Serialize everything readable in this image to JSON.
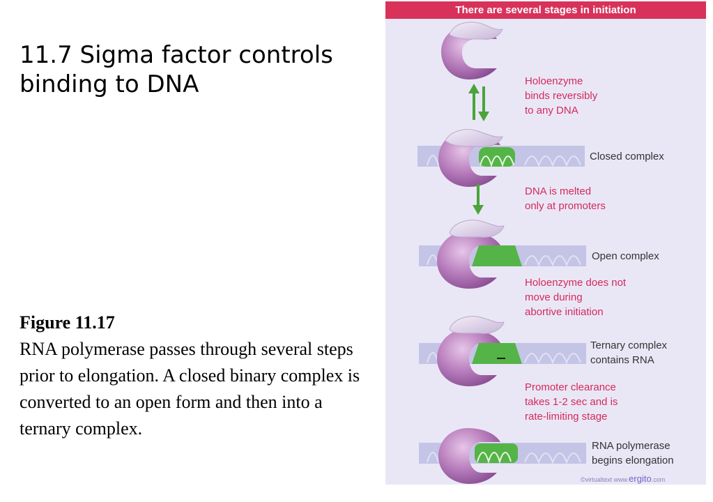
{
  "slide": {
    "title": "11.7 Sigma factor controls binding to DNA",
    "figure_label": "Figure 11.17",
    "caption": "RNA polymerase passes through several steps prior to elongation. A closed binary complex is converted to an open form and then into a ternary complex."
  },
  "figure": {
    "header": "There are several stages in initiation",
    "notes": {
      "holoenzyme": [
        "Holoenzyme",
        "binds reversibly",
        "to any DNA"
      ],
      "melted": [
        "DNA is melted",
        "only at promoters"
      ],
      "no_move": [
        "Holoenzyme does not",
        "move during",
        "abortive initiation"
      ],
      "clearance": [
        "Promoter clearance",
        "takes 1-2 sec and is",
        "rate-limiting stage"
      ]
    },
    "stages": {
      "closed": [
        "Closed complex"
      ],
      "open": [
        "Open complex"
      ],
      "ternary": [
        "Ternary complex",
        "contains RNA"
      ],
      "elongation": [
        "RNA polymerase",
        "begins elongation"
      ]
    },
    "credit": {
      "prefix": "©virtualtext  www.",
      "brand": "ergito",
      "suffix": ".com"
    }
  },
  "colors": {
    "header_bg": "#d8325a",
    "panel_bg": "#e9e7f6",
    "red_text": "#d5295a",
    "arrow_green": "#4aa43a",
    "polymerase": "#b675b8",
    "sigma": "#d8cde6",
    "dna_band": "#c4c4e6",
    "melted_green": "#55b447"
  }
}
